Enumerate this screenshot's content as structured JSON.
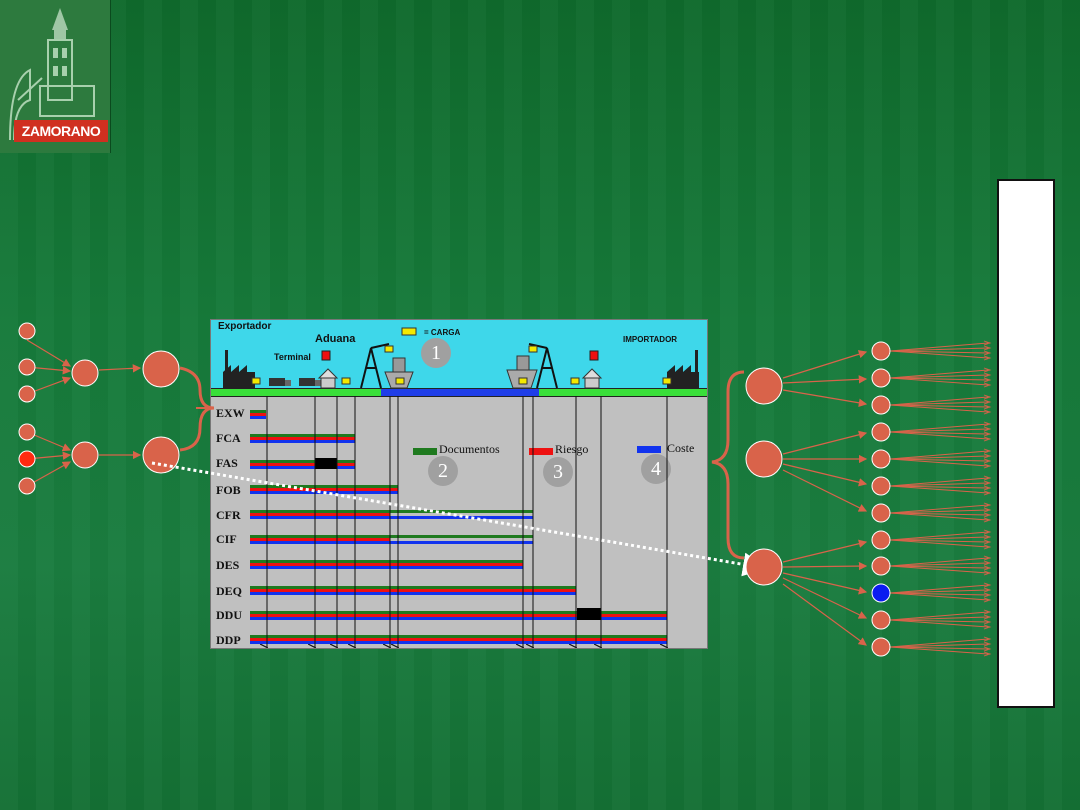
{
  "logo": {
    "text": "ZAMORANO"
  },
  "diagram": {
    "sky_labels": {
      "exportador": "Exportador",
      "aduana": "Aduana",
      "terminal": "Terminal",
      "carga": "= CARGA",
      "importador": "IMPORTADOR"
    },
    "terms": [
      "EXW",
      "FCA",
      "FAS",
      "FOB",
      "CFR",
      "CIF",
      "DES",
      "DEQ",
      "DDU",
      "DDP"
    ],
    "legend": {
      "documentos": "Documentos",
      "riesgo": "Riesgo",
      "coste": "Coste"
    },
    "numbers": [
      "1",
      "2",
      "3",
      "4"
    ],
    "colors": {
      "documentos": "#1f7a1f",
      "riesgo": "#ee1111",
      "coste": "#1133ee",
      "node": "#d9634a",
      "highlight_red": "#ff2a10",
      "highlight_blue": "#0a1cf0"
    }
  }
}
